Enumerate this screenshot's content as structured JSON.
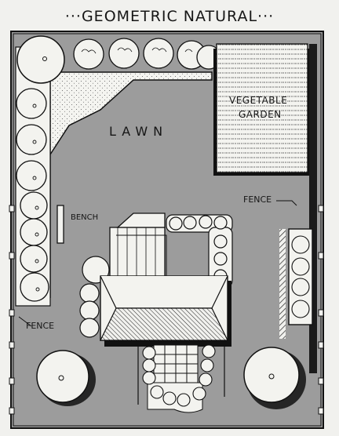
{
  "title": "···GEOMETRIC NATURAL···",
  "labels": {
    "lawn": "LAWN",
    "vegetable_line1": "VEGETABLE",
    "vegetable_line2": "GARDEN",
    "bench": "BENCH",
    "fence_right": "FENCE",
    "fence_left": "FENCE"
  },
  "colors": {
    "paper": "#f1f1ee",
    "lawn": "#9c9c9c",
    "ink": "#161616",
    "shrub": "#f3f3ef",
    "shadow": "#2b2b2b"
  }
}
